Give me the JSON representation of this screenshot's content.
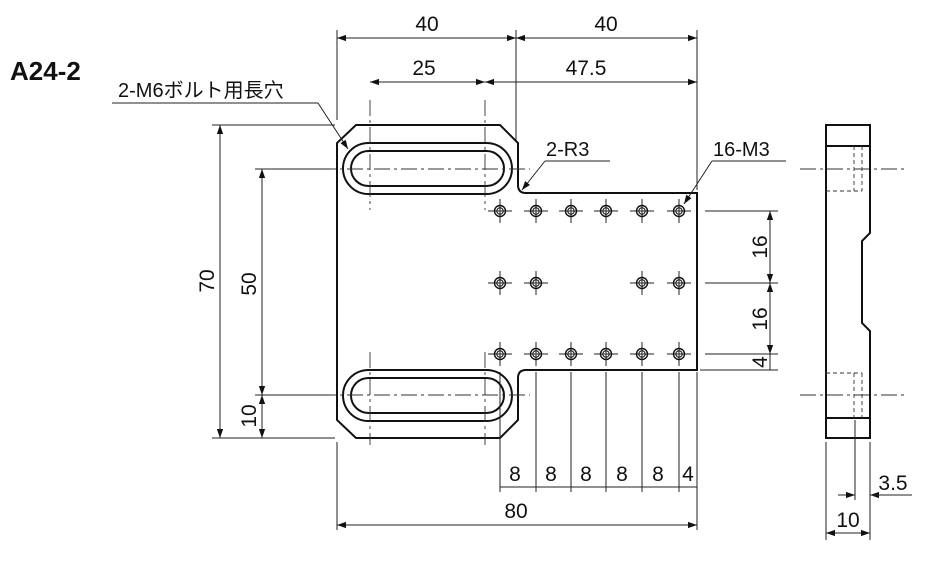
{
  "drawing": {
    "part_id": "A24-2",
    "callouts": {
      "slot": "2-M6ボルト用長穴",
      "radius": "2-R3",
      "holes": "16-M3"
    },
    "dimensions": {
      "top_left_width": "40",
      "top_right_width": "40",
      "slot_length": "25",
      "slot_to_edge": "47.5",
      "total_height": "70",
      "slot_pitch": "50",
      "slot_offset": "10",
      "hole_row_pitch_1": "16",
      "hole_row_pitch_2": "16",
      "hole_edge_offset": "4",
      "hole_pitch": [
        "8",
        "8",
        "8",
        "8",
        "8"
      ],
      "hole_end_offset": "4",
      "total_width": "80",
      "side_hole_offset": "3.5",
      "side_thickness": "10"
    }
  }
}
